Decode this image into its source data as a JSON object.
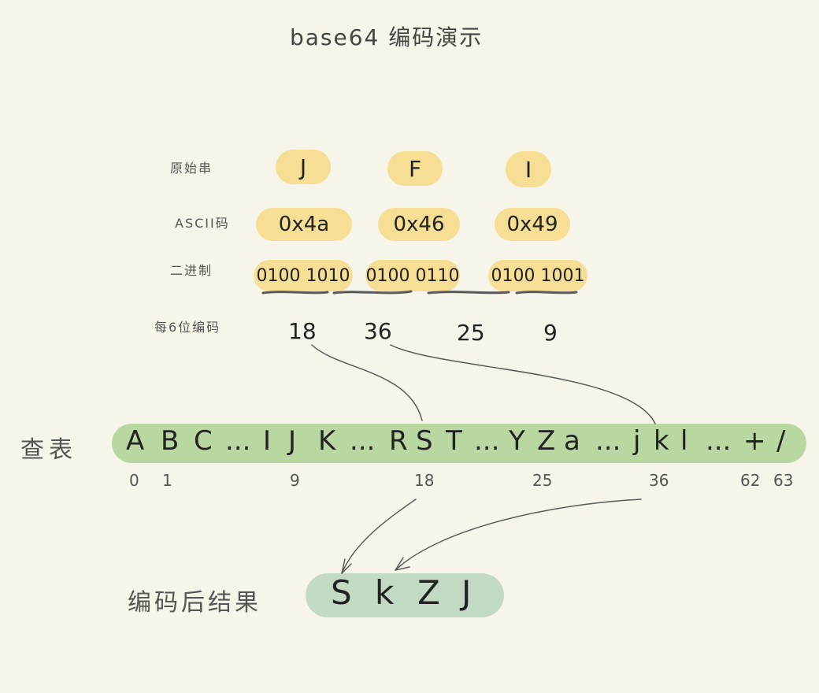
{
  "title": "base64 编码演示",
  "labels": {
    "original": "原始串",
    "ascii": "ASCII码",
    "binary": "二进制",
    "per6": "每6位编码",
    "lookup": "查表",
    "result": "编码后结果"
  },
  "original_chars": [
    "J",
    "F",
    "I"
  ],
  "ascii_codes": [
    "0x4a",
    "0x46",
    "0x49"
  ],
  "binary": [
    "0100 1010",
    "0100 0110",
    "0100 1001"
  ],
  "six_bit_codes": [
    "18",
    "36",
    "25",
    "9"
  ],
  "table_chars": [
    "A",
    "B",
    "C",
    "...",
    "I",
    "J",
    "K",
    "...",
    "R",
    "S",
    "T",
    "...",
    "Y",
    "Z",
    "a",
    "...",
    "j",
    "k",
    "l",
    "...",
    "+",
    "/"
  ],
  "table_indices": [
    "0",
    "1",
    "9",
    "18",
    "25",
    "36",
    "62",
    "63"
  ],
  "result_chars": [
    "S",
    "k",
    "Z",
    "J"
  ],
  "colors": {
    "background": "#f7f5e9",
    "yellow_highlight": "#f6df94",
    "table_green": "#b9d7a0",
    "result_green": "#c2d9c4"
  }
}
